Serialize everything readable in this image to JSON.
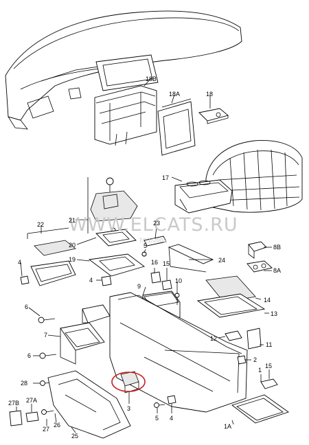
{
  "watermark": {
    "text": "WWW.ELCATS.RU",
    "date": "7/11/2003"
  },
  "callouts": {
    "c18B": "18B",
    "c18A": "18A",
    "c18": "18",
    "c17": "17",
    "c21": "21",
    "c22": "22",
    "c23": "23",
    "c20": "20",
    "c19": "19",
    "c4a": "4",
    "c5": "5",
    "c8B": "8B",
    "c8A": "8A",
    "c16": "16",
    "c15a": "15",
    "c9": "9",
    "c10": "10",
    "c24": "24",
    "c14": "14",
    "c13": "13",
    "c6": "6",
    "c7": "7",
    "c6b": "6",
    "c12": "12",
    "c11": "11",
    "c2": "2",
    "c1": "1",
    "c15b": "15",
    "c28": "28",
    "c27B": "27B",
    "c27A": "27A",
    "c27": "27",
    "c26": "26",
    "c25": "25",
    "c3": "3",
    "c5b": "5",
    "c4b": "4",
    "c1A": "1A",
    "c4c": "4"
  },
  "highlight": {
    "color": "#cc1f1f"
  }
}
